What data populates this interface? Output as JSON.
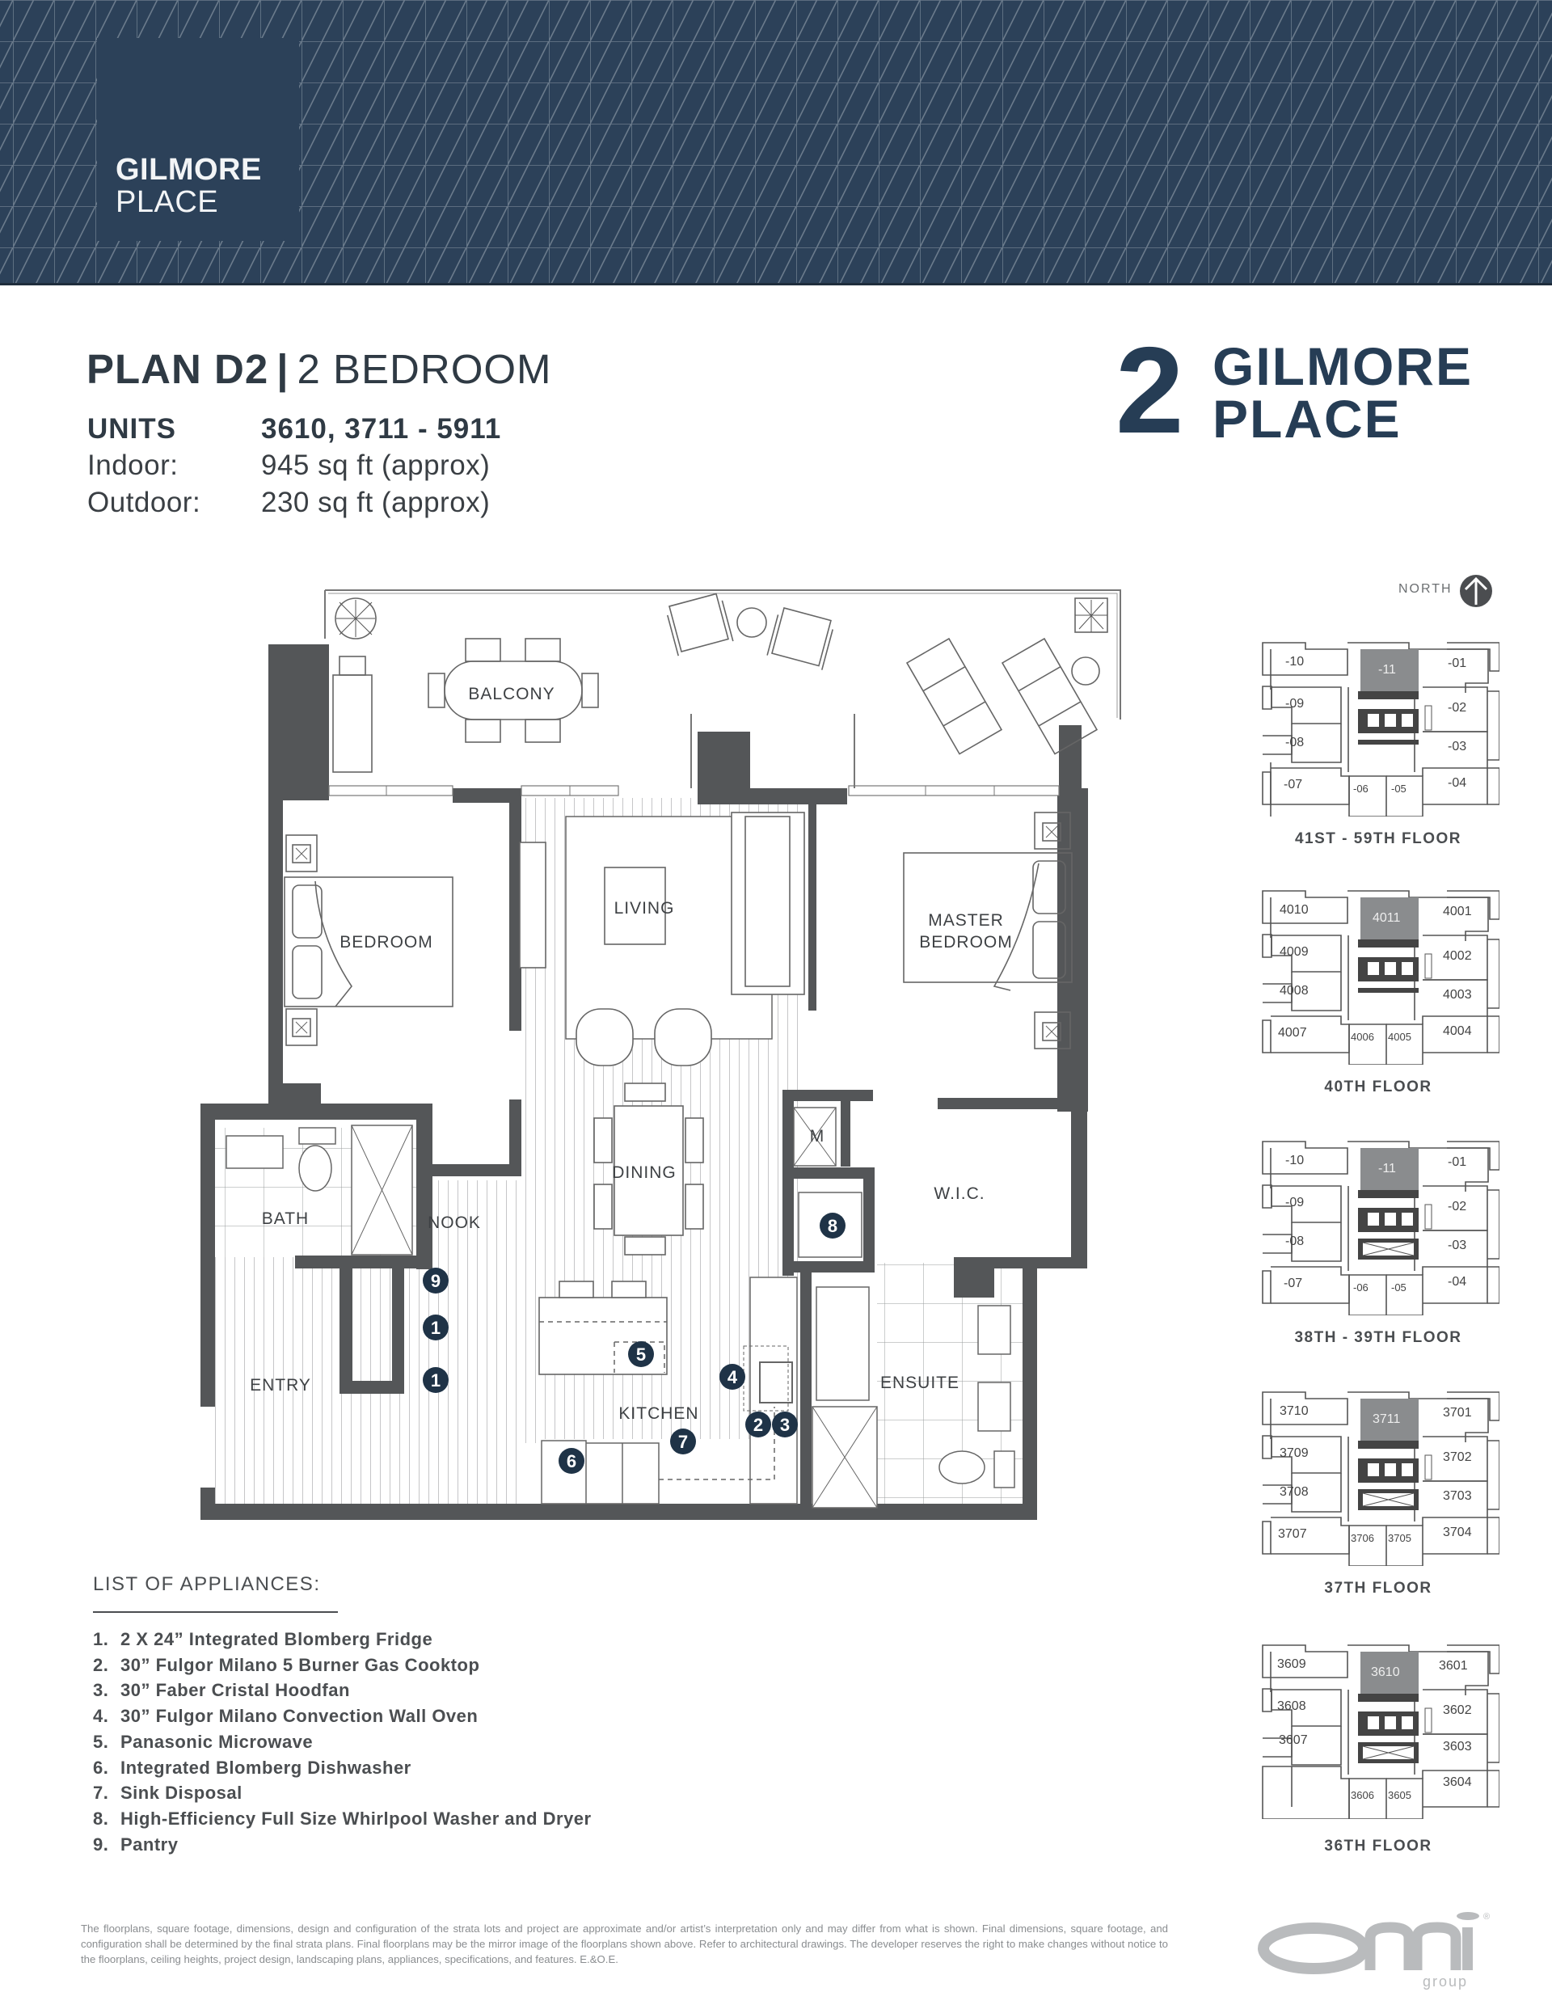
{
  "header": {
    "brand_line1": "GILMORE",
    "brand_line2": "PLACE",
    "background_color": "#2c4159",
    "pattern_line_color": "#6b7b8c"
  },
  "plan": {
    "name": "PLAN D2",
    "separator": "|",
    "type": "2 BEDROOM",
    "units_label": "UNITS",
    "units_value": "3610, 3711 - 5911",
    "indoor_label": "Indoor:",
    "indoor_value": "945 sq ft (approx)",
    "outdoor_label": "Outdoor:",
    "outdoor_value": "230 sq ft (approx)"
  },
  "project_logo": {
    "number": "2",
    "line1": "GILMORE",
    "line2": "PLACE",
    "color": "#263d55"
  },
  "compass": {
    "label": "NORTH",
    "icon": "north-arrow-icon"
  },
  "floorplan": {
    "rooms": {
      "balcony": "BALCONY",
      "bedroom": "BEDROOM",
      "living": "LIVING",
      "master_line1": "MASTER",
      "master_line2": "BEDROOM",
      "dining": "DINING",
      "wic": "W.I.C.",
      "bath": "BATH",
      "nook": "NOOK",
      "entry": "ENTRY",
      "kitchen": "KITCHEN",
      "ensuite": "ENSUITE",
      "mechanical": "M"
    },
    "badges": [
      {
        "num": "9"
      },
      {
        "num": "1"
      },
      {
        "num": "1"
      },
      {
        "num": "5"
      },
      {
        "num": "4"
      },
      {
        "num": "2"
      },
      {
        "num": "3"
      },
      {
        "num": "6"
      },
      {
        "num": "7"
      },
      {
        "num": "8"
      }
    ],
    "wall_color": "#545658",
    "badge_color": "#1f3347"
  },
  "key_plates": [
    {
      "label": "41ST - 59TH FLOOR",
      "highlight": "-11",
      "units": {
        "n10": "-10",
        "n11": "-11",
        "n01": "-01",
        "n09": "-09",
        "n02": "-02",
        "n08": "-08",
        "n03": "-03",
        "n07": "-07",
        "n06": "-06",
        "n05": "-05",
        "n04": "-04"
      }
    },
    {
      "label": "40TH FLOOR",
      "highlight": "4011",
      "units": {
        "n10": "4010",
        "n11": "4011",
        "n01": "4001",
        "n09": "4009",
        "n02": "4002",
        "n08": "4008",
        "n03": "4003",
        "n07": "4007",
        "n06": "4006",
        "n05": "4005",
        "n04": "4004"
      }
    },
    {
      "label": "38TH - 39TH FLOOR",
      "highlight": "-11",
      "units": {
        "n10": "-10",
        "n11": "-11",
        "n01": "-01",
        "n09": "-09",
        "n02": "-02",
        "n08": "-08",
        "n03": "-03",
        "n07": "-07",
        "n06": "-06",
        "n05": "-05",
        "n04": "-04"
      }
    },
    {
      "label": "37TH FLOOR",
      "highlight": "3711",
      "units": {
        "n10": "3710",
        "n11": "3711",
        "n01": "3701",
        "n09": "3709",
        "n02": "3702",
        "n08": "3708",
        "n03": "3703",
        "n07": "3707",
        "n06": "3706",
        "n05": "3705",
        "n04": "3704"
      }
    },
    {
      "label": "36TH FLOOR",
      "highlight": "3610",
      "units": {
        "n10": "3609",
        "n11": "3610",
        "n01": "3601",
        "n09": "3608",
        "n02": "3602",
        "n08": "3607",
        "n03": "3603",
        "n07": "",
        "n06": "3606",
        "n05": "3605",
        "n04": "3604"
      }
    }
  ],
  "appliances": {
    "heading": "LIST OF APPLIANCES:",
    "items": [
      {
        "num": "1.",
        "text": "2 X 24” Integrated Blomberg Fridge"
      },
      {
        "num": "2.",
        "text": "30” Fulgor Milano 5 Burner Gas Cooktop"
      },
      {
        "num": "3.",
        "text": "30” Faber Cristal Hoodfan"
      },
      {
        "num": "4.",
        "text": "30” Fulgor Milano Convection Wall Oven"
      },
      {
        "num": "5.",
        "text": "Panasonic Microwave"
      },
      {
        "num": "6.",
        "text": "Integrated Blomberg Dishwasher"
      },
      {
        "num": "7.",
        "text": "Sink Disposal"
      },
      {
        "num": "8.",
        "text": "High-Efficiency Full Size Whirlpool Washer and Dryer"
      },
      {
        "num": "9.",
        "text": "Pantry"
      }
    ]
  },
  "disclaimer": "The floorplans, square footage, dimensions, design and configuration of the strata lots and project are approximate and/or artist’s interpretation only and may differ from what is shown. Final dimensions, square footage, and configuration shall be determined by the final strata plans. Final floorplans may be the mirror image of the floorplans shown above. Refer to architectural drawings. The developer reserves the right to make changes without notice to the floorplans, ceiling heights, project design, landscaping plans, appliances, specifications, and features. E.&O.E.",
  "developer_logo": {
    "name": "onni",
    "sub": "group",
    "mark": "®",
    "color": "#b9bbbd"
  }
}
